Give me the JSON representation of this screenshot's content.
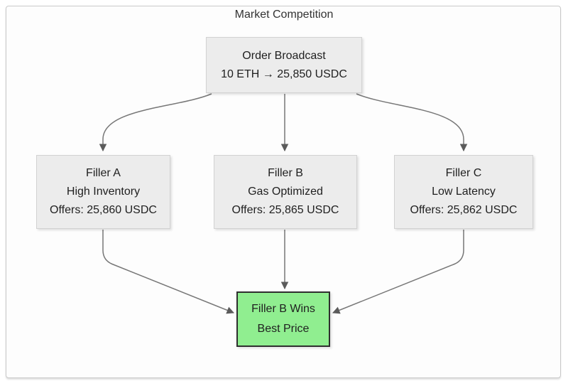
{
  "title": "Market Competition",
  "colors": {
    "node_fill": "#ececec",
    "winner_fill": "#90ee90",
    "winner_border": "#2f2f2f",
    "edge_stroke": "#777777",
    "arrowhead_fill": "#5b5b5b",
    "frame_border": "#c9c9c9"
  },
  "nodes": {
    "order": {
      "line1": "Order Broadcast",
      "line2": "10 ETH → 25,850 USDC"
    },
    "fillers": [
      {
        "name": "Filler A",
        "trait": "High Inventory",
        "offer": "Offers: 25,860 USDC"
      },
      {
        "name": "Filler B",
        "trait": "Gas Optimized",
        "offer": "Offers: 25,865 USDC"
      },
      {
        "name": "Filler C",
        "trait": "Low Latency",
        "offer": "Offers: 25,862 USDC"
      }
    ],
    "winner": {
      "line1": "Filler B Wins",
      "line2": "Best Price"
    }
  }
}
